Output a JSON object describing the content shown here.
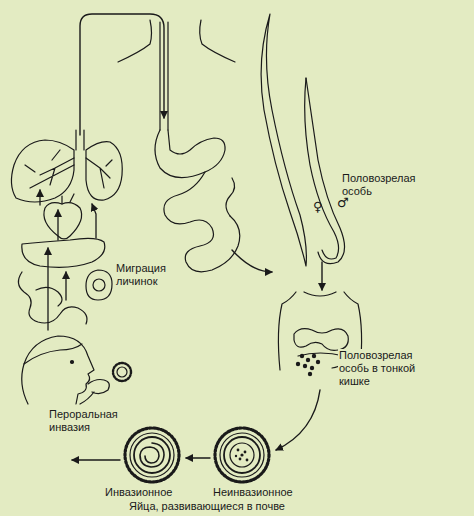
{
  "diagram": {
    "labels": [
      "Половозрелая особь",
      "♂",
      "♀",
      "Миграция личинок",
      "Половозрелая особь в тонкой кишке",
      "Пероральная инвазия",
      "Инвазионное",
      "Неинвазионное",
      "Яйца, развивающиеся в почве"
    ]
  }
}
